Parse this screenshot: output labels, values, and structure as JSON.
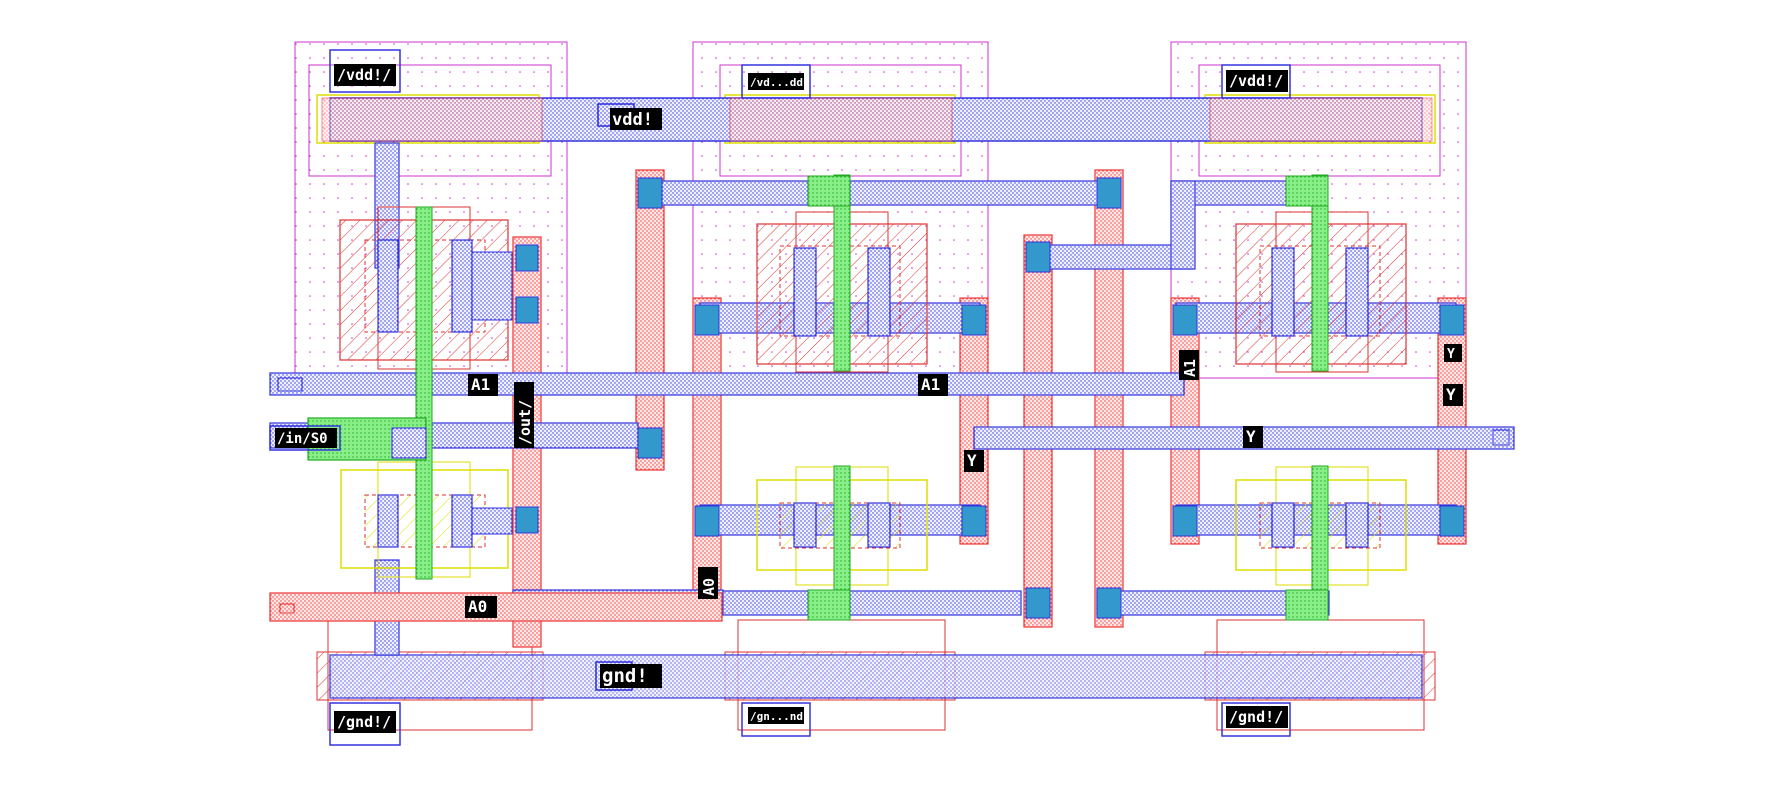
{
  "title": "",
  "colors": {
    "nwell": "#cc33cc",
    "metal1": "#3333dd",
    "poly": "#ee3333",
    "active_p": "#dd3333",
    "active_n": "#dddd00",
    "gate": "#22dd22",
    "contact": "#3399cc",
    "label_bg": "#000000",
    "label_fg": "#ffffff"
  },
  "labels": {
    "vdd_pin_1": "/vdd!/",
    "vdd_pin_2": "/vd...dd!",
    "vdd_pin_3": "/vdd!/",
    "vdd_net": "vdd!",
    "gnd_pin_1": "/gnd!/",
    "gnd_pin_2": "/gn...nd!",
    "gnd_pin_3": "/gnd!/",
    "gnd_net": "gnd!",
    "in_s0": "/in/S0",
    "out": "/out/",
    "a1_left": "A1",
    "a1_mid": "A1",
    "a1_right": "A1",
    "a0_bottom": "A0",
    "a0_vertical": "A0",
    "y_right_top": "Y",
    "y_right_mid": "Y",
    "y_mid": "Y",
    "y_bus": "Y"
  }
}
